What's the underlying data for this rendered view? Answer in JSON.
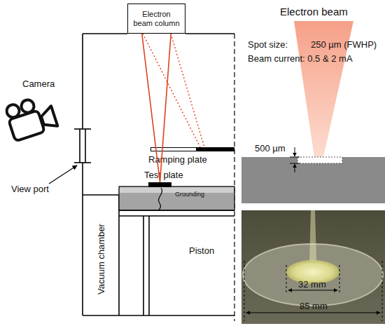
{
  "diagram": {
    "nodes": [
      {
        "text": [
          "Electron beam column"
        ]
      },
      {
        "text": [
          "Vacuum chamber"
        ]
      },
      {
        "text": [
          "Ramping plate"
        ],
        "in": 1
      },
      {
        "text": [
          "Test plate"
        ],
        "in": 1
      },
      {
        "text": [
          "Piston"
        ],
        "in": 1
      }
    ],
    "edges": [
      {
        "from": 0,
        "to": 3,
        "arrow": "none"
      }
    ],
    "labels": [
      "Camera",
      "View port",
      "Grounding",
      "Electron beam",
      "Spot size:",
      "250 µm (FWHP)",
      "Beam current: 0.5 & 2 mA",
      "500 µm",
      "32 mm",
      "85 mm"
    ]
  }
}
